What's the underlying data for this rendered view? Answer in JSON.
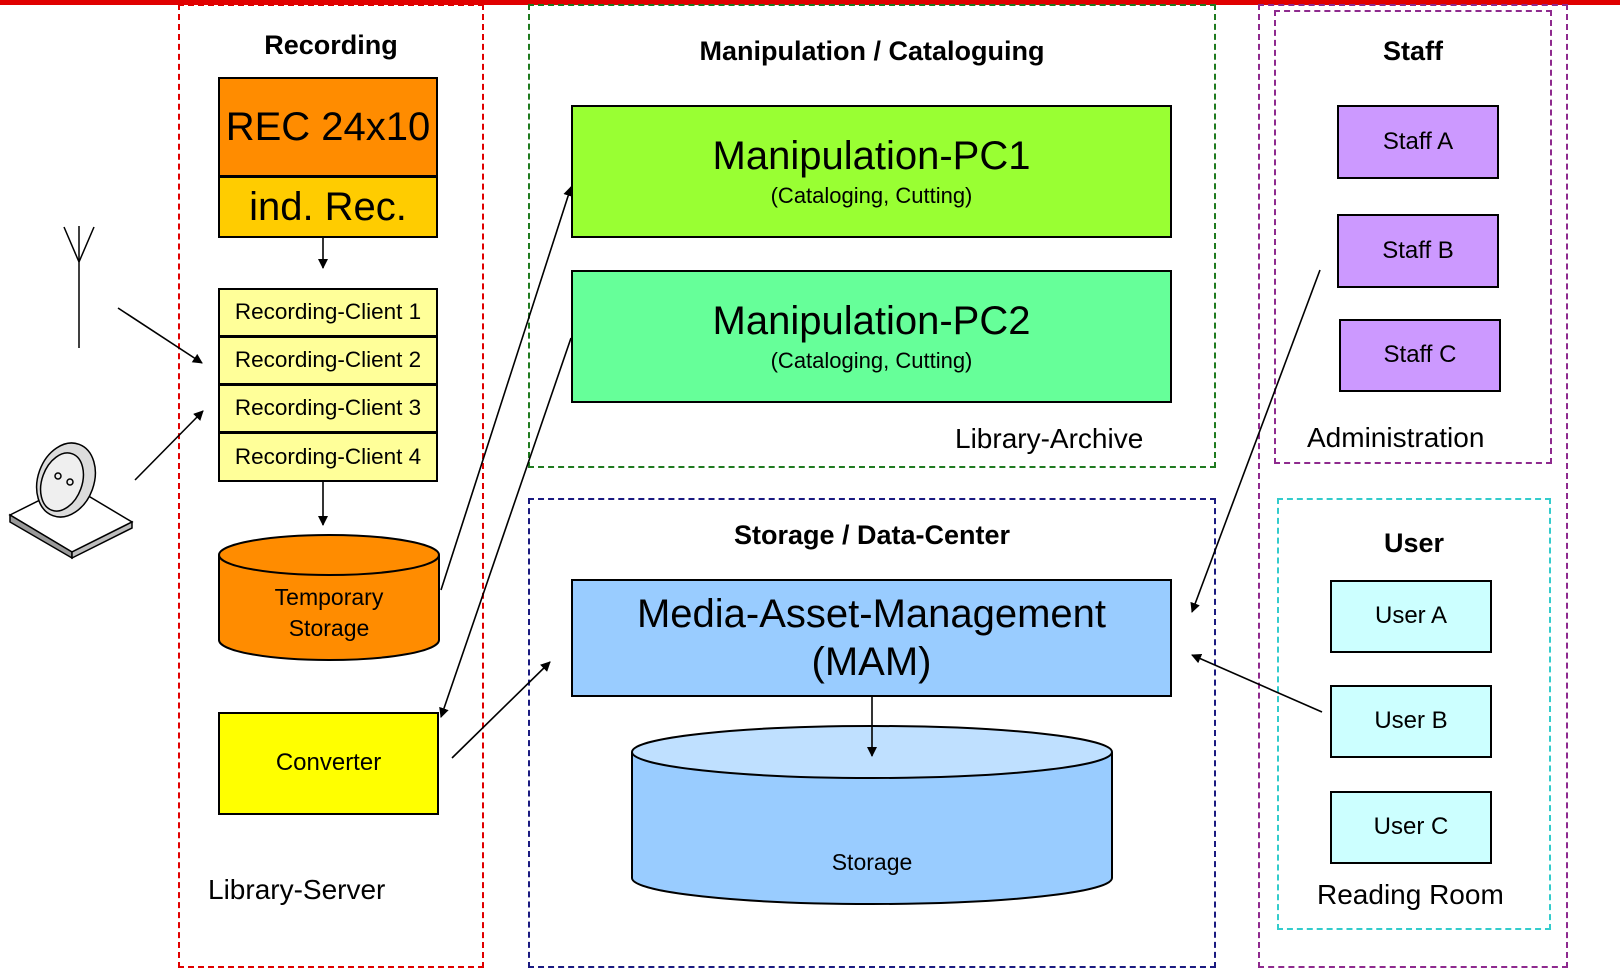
{
  "regions": {
    "recording": {
      "title": "Recording",
      "caption": "Library-Server",
      "border_color": "#e00000"
    },
    "manipulation": {
      "title": "Manipulation / Cataloguing",
      "caption": "Library-Archive",
      "border_color": "#1f7a1f"
    },
    "storage": {
      "title": "Storage / Data-Center",
      "border_color": "#1a1a80"
    },
    "staff": {
      "title": "Staff",
      "caption": "Administration",
      "border_color": "#8e2a8e"
    },
    "user": {
      "title": "User",
      "caption": "Reading Room",
      "border_color": "#33cccc"
    }
  },
  "recording": {
    "rec_label": "REC 24x10",
    "ind_label": "ind. Rec.",
    "clients": [
      "Recording-Client 1",
      "Recording-Client 2",
      "Recording-Client 3",
      "Recording-Client 4"
    ],
    "temp_storage": {
      "line1": "Temporary",
      "line2": "Storage"
    },
    "converter": "Converter"
  },
  "manipulation": {
    "pc1": {
      "name": "Manipulation-PC1",
      "sub": "(Cataloging, Cutting)"
    },
    "pc2": {
      "name": "Manipulation-PC2",
      "sub": "(Cataloging, Cutting)"
    }
  },
  "storage": {
    "mam": {
      "line1": "Media-Asset-Management",
      "line2": "(MAM)"
    },
    "storage_label": "Storage"
  },
  "staff": {
    "items": [
      "Staff A",
      "Staff B",
      "Staff C"
    ]
  },
  "users": {
    "items": [
      "User A",
      "User B",
      "User C"
    ]
  },
  "colors": {
    "rec": "#ff8c00",
    "ind": "#ffcc00",
    "client": "#ffff99",
    "temp": "#ff8c00",
    "converter": "#ffff00",
    "pc1": "#99ff33",
    "pc2": "#66ff99",
    "mam": "#99ccff",
    "staff": "#cc99ff",
    "user": "#ccffff"
  },
  "icons": {
    "antenna": "antenna-icon",
    "satellite": "satellite-dish-icon"
  }
}
